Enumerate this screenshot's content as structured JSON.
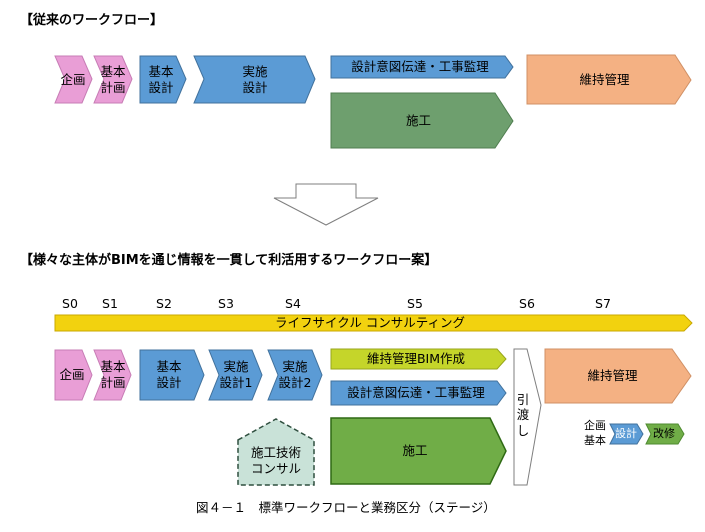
{
  "headings": {
    "conventional": "【従来のワークフロー】",
    "proposed": "【様々な主体がBIMを通じ情報を一貫して利活用するワークフロー案】"
  },
  "conventional": {
    "planning": "企画",
    "basic_plan": "基本\n計画",
    "basic_design": "基本\n設計",
    "detailed_design": "実施\n設計",
    "supervision": "設計意図伝達・工事監理",
    "construction": "施工",
    "maintenance": "維持管理"
  },
  "stages": [
    "S0",
    "S1",
    "S2",
    "S3",
    "S4",
    "S5",
    "S6",
    "S7"
  ],
  "proposed": {
    "lifecycle": "ライフサイクル コンサルティング",
    "planning": "企画",
    "basic_plan": "基本\n計画",
    "basic_design": "基本\n設計",
    "detailed_design_1": "実施\n設計1",
    "detailed_design_2": "実施\n設計2",
    "maintenance_bim": "維持管理BIM作成",
    "supervision": "設計意図伝達・工事監理",
    "construction": "施工",
    "consultant": "施工技術\nコンサル",
    "handover": "引\n渡\nし",
    "maintenance": "維持管理",
    "mini_planning": "企画",
    "mini_basic": "基本",
    "mini_design": "設計",
    "mini_renovation": "改修"
  },
  "caption": "図４－１　標準ワークフローと業務区分（ステージ）"
}
